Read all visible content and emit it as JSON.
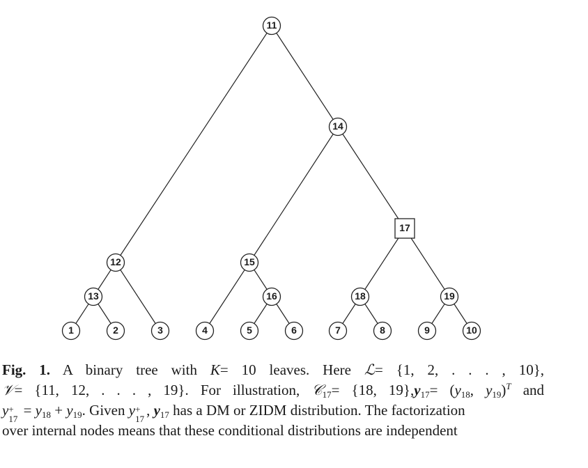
{
  "figure": {
    "nodes": [
      {
        "id": "11",
        "label": "11",
        "shape": "circle",
        "parent": null
      },
      {
        "id": "14",
        "label": "14",
        "shape": "circle",
        "parent": "11"
      },
      {
        "id": "12",
        "label": "12",
        "shape": "circle",
        "parent": "11"
      },
      {
        "id": "17",
        "label": "17",
        "shape": "square",
        "parent": "14"
      },
      {
        "id": "15",
        "label": "15",
        "shape": "circle",
        "parent": "14"
      },
      {
        "id": "13",
        "label": "13",
        "shape": "circle",
        "parent": "12"
      },
      {
        "id": "3",
        "label": "3",
        "shape": "circle",
        "parent": "12"
      },
      {
        "id": "16",
        "label": "16",
        "shape": "circle",
        "parent": "15"
      },
      {
        "id": "4",
        "label": "4",
        "shape": "circle",
        "parent": "15"
      },
      {
        "id": "18",
        "label": "18",
        "shape": "circle",
        "parent": "17"
      },
      {
        "id": "19",
        "label": "19",
        "shape": "circle",
        "parent": "17"
      },
      {
        "id": "1",
        "label": "1",
        "shape": "circle",
        "parent": "13"
      },
      {
        "id": "2",
        "label": "2",
        "shape": "circle",
        "parent": "13"
      },
      {
        "id": "5",
        "label": "5",
        "shape": "circle",
        "parent": "16"
      },
      {
        "id": "6",
        "label": "6",
        "shape": "circle",
        "parent": "16"
      },
      {
        "id": "7",
        "label": "7",
        "shape": "circle",
        "parent": "18"
      },
      {
        "id": "8",
        "label": "8",
        "shape": "circle",
        "parent": "18"
      },
      {
        "id": "9",
        "label": "9",
        "shape": "circle",
        "parent": "19"
      },
      {
        "id": "10",
        "label": "10",
        "shape": "circle",
        "parent": "19"
      }
    ]
  },
  "caption": {
    "fig_label": "Fig. 1.",
    "l1_a": "A binary tree with",
    "l1_K": "K",
    "l1_eq10": "= 10",
    "l1_b": "leaves. Here",
    "l1_L": "ℒ",
    "l1_Lset": "= {1, 2, . . . , 10},",
    "l2_V": "𝒱",
    "l2_Vset": "= {11, 12, . . . , 19}.",
    "l2_a": "For illustration,",
    "l2_C": "𝒞",
    "l2_sub17": "17",
    "l2_Cset": "= {18, 19},",
    "l2_y": "y",
    "l2_sub17b": "17",
    "l2_eq": "= (",
    "l2_y18": "y",
    "l2_sub18": "18",
    "l2_comma": ", ",
    "l2_y19": "y",
    "l2_sub19": "19",
    "l2_close": ")",
    "l2_T": "T",
    "l2_and": "and",
    "l3_y": "y",
    "l3_plus": "+",
    "l3_sub17": "17",
    "l3_eq": " = ",
    "l3_y18": "y",
    "l3_sub18": "18",
    "l3_plus2": " + ",
    "l3_y19": "y",
    "l3_sub19": "19",
    "l3_given": ". Given ",
    "l3_y2": "y",
    "l3_plus3": "+",
    "l3_sub17b": "17",
    "l3_commasp": ", ",
    "l3_yb": "y",
    "l3_sub17c": "17",
    "l3_rest": " has a DM or ZIDM distribution. The factorization",
    "l4": "over internal nodes means that these conditional distributions are independent"
  }
}
